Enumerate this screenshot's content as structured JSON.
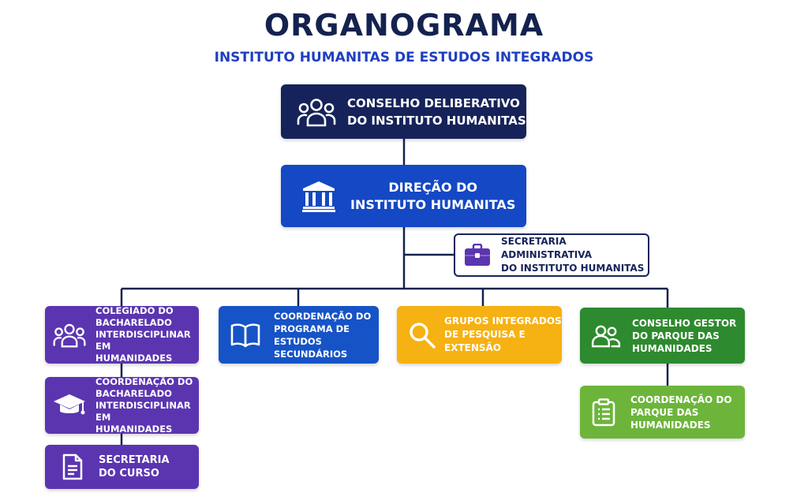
{
  "header": {
    "title": "ORGANOGRAMA",
    "subtitle": "INSTITUTO HUMANITAS DE ESTUDOS INTEGRADOS"
  },
  "nodes": {
    "conselho_deliberativo": {
      "label": "CONSELHO DELIBERATIVO\nDO INSTITUTO HUMANITAS",
      "icon": "group-icon",
      "color": "#16235a"
    },
    "direcao": {
      "label": "DIREÇÃO DO\nINSTITUTO HUMANITAS",
      "icon": "building-columns-icon",
      "color": "#1448c4"
    },
    "secretaria_administrativa": {
      "label": "SECRETARIA ADMINISTRATIVA\nDO INSTITUTO HUMANITAS",
      "icon": "briefcase-icon",
      "color": "#5b35b0"
    },
    "colegiado": {
      "label": "COLEGIADO DO\nBACHARELADO\nINTERDISCIPLINAR EM\nHUMANIDADES",
      "icon": "group-icon",
      "color": "#5b35b0"
    },
    "coordenacao_bacharelado": {
      "label": "COORDENAÇÃO DO\nBACHARELADO\nINTERDISCIPLINAR EM\nHUMANIDADES",
      "icon": "graduation-cap-icon",
      "color": "#5b35b0"
    },
    "secretaria_curso": {
      "label": "SECRETARIA\nDO CURSO",
      "icon": "document-icon",
      "color": "#5b35b0"
    },
    "coordenacao_programa": {
      "label": "COORDENAÇÃO DO\nPROGRAMA DE\nESTUDOS SECUNDÁRIOS",
      "icon": "book-icon",
      "color": "#1653c6"
    },
    "grupos_integrados": {
      "label": "GRUPOS INTEGRADOS\nDE PESQUISA E EXTENSÃO",
      "icon": "search-icon",
      "color": "#f6b112"
    },
    "conselho_gestor": {
      "label": "CONSELHO GESTOR\nDO PARQUE DAS\nHUMANIDADES",
      "icon": "group-icon",
      "color": "#2e8a2e"
    },
    "coordenacao_parque": {
      "label": "COORDENAÇÃO DO\nPARQUE DAS\nHUMANIDADES",
      "icon": "clipboard-icon",
      "color": "#6cb53a"
    }
  },
  "connector_color": "#14224f"
}
